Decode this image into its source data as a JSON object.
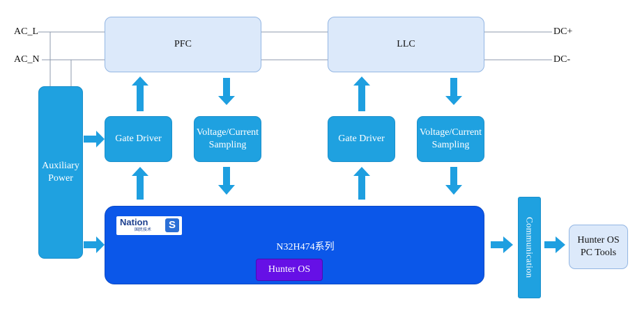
{
  "signals": {
    "ac_l": "AC_L",
    "ac_n": "AC_N",
    "dc_plus": "DC+",
    "dc_minus": "DC-"
  },
  "blocks": {
    "pfc": "PFC",
    "llc": "LLC",
    "gate_driver_pfc": "Gate Driver",
    "sampling_pfc": [
      "Voltage/Current",
      "Sampling"
    ],
    "gate_driver_llc": "Gate Driver",
    "sampling_llc": [
      "Voltage/Current",
      "Sampling"
    ],
    "auxiliary_power": [
      "Auxiliary",
      "Power"
    ],
    "communication": "Communication",
    "pc_tools": [
      "Hunter OS",
      "PC Tools"
    ]
  },
  "mcu": {
    "title": "N32H474系列",
    "os": "Hunter OS",
    "logo_word": "Nation",
    "logo_sub": "国民技术",
    "logo_mark": "S"
  },
  "colors": {
    "light_block": "#dce9fa",
    "mid_block": "#1fa1e0",
    "mcu_block": "#0b57e9",
    "os_block": "#6610e6",
    "arrow": "#1e9fe0",
    "wire": "#8c9aac"
  }
}
